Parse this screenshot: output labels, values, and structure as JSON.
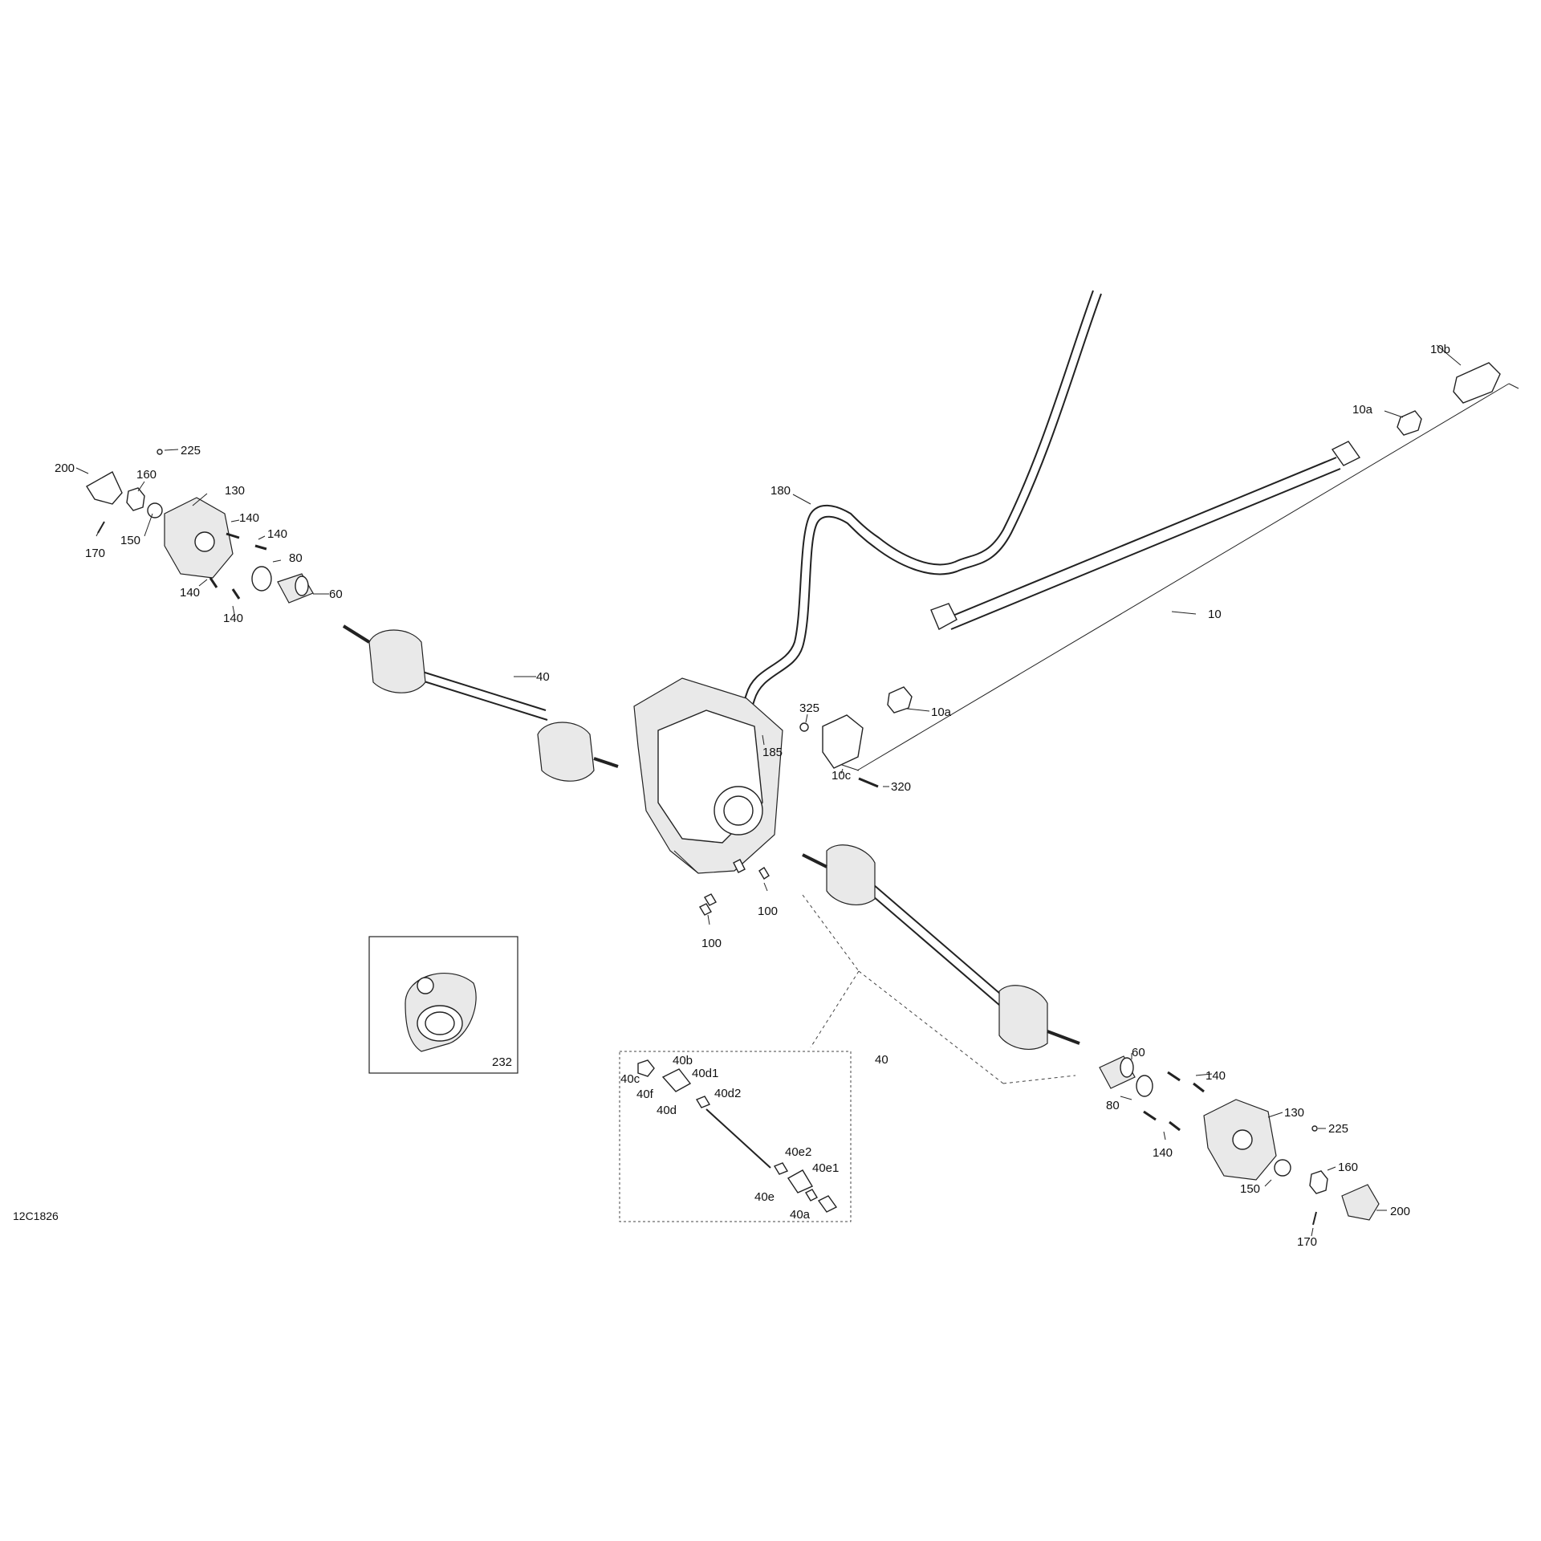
{
  "diagram_code": "12C1826",
  "labels": {
    "l225a": "225",
    "l200a": "200",
    "l160a": "160",
    "l130a": "130",
    "l140a": "140",
    "l140b": "140",
    "l140c": "140",
    "l140d": "140",
    "l150a": "150",
    "l170a": "170",
    "l80a": "80",
    "l60a": "60",
    "l40a": "40",
    "l180": "180",
    "l10": "10",
    "l10a1": "10a",
    "l10a2": "10a",
    "l10b": "10b",
    "l10c": "10c",
    "l325": "325",
    "l185": "185",
    "l320": "320",
    "l100a": "100",
    "l100b": "100",
    "l232": "232",
    "l40b": "40",
    "l60b": "60",
    "l80b": "80",
    "l140e": "140",
    "l140f": "140",
    "l130b": "130",
    "l225b": "225",
    "l150b": "150",
    "l160b": "160",
    "l200b": "200",
    "l170b": "170",
    "d40b": "40b",
    "d40c": "40c",
    "d40f": "40f",
    "d40d1": "40d1",
    "d40d": "40d",
    "d40d2": "40d2",
    "d40e2": "40e2",
    "d40e1": "40e1",
    "d40e": "40e",
    "d40a": "40a"
  }
}
